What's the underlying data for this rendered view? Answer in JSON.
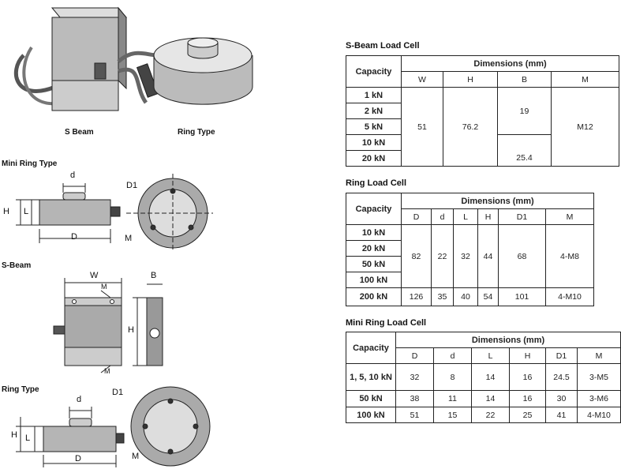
{
  "photo": {
    "captions": [
      "S Beam",
      "Ring Type"
    ]
  },
  "drawings": {
    "mini_ring": {
      "title": "Mini Ring Type",
      "labels": {
        "d": "d",
        "D1": "D1",
        "H": "H",
        "L": "L",
        "D": "D",
        "M": "M"
      }
    },
    "s_beam": {
      "title": "S-Beam",
      "labels": {
        "W": "W",
        "M_top": "M",
        "B": "B",
        "H": "H",
        "M_bottom": "M"
      }
    },
    "ring": {
      "title": "Ring Type",
      "labels": {
        "d": "d",
        "D1": "D1",
        "H": "H",
        "L": "L",
        "D": "D",
        "M": "M"
      }
    }
  },
  "s_beam_table": {
    "title": "S-Beam Load Cell",
    "capacity": "Capacity",
    "dimensions": "Dimensions (mm)",
    "columns": [
      "W",
      "H",
      "B",
      "M"
    ],
    "capacities": [
      "1 kN",
      "2 kN",
      "5 kN",
      "10 kN",
      "20 kN"
    ],
    "W": "51",
    "H": "76.2",
    "B_small": "19",
    "B_large": "25.4",
    "M": "M12"
  },
  "ring_table": {
    "title": "Ring Load Cell",
    "capacity": "Capacity",
    "dimensions": "Dimensions (mm)",
    "columns": [
      "D",
      "d",
      "L",
      "H",
      "D1",
      "M"
    ],
    "capacities": [
      "10 kN",
      "20 kN",
      "50 kN",
      "100 kN"
    ],
    "group_values": [
      "82",
      "22",
      "32",
      "44",
      "68",
      "4-M8"
    ],
    "last": {
      "capacity": "200 kN",
      "values": [
        "126",
        "35",
        "40",
        "54",
        "101",
        "4-M10"
      ]
    }
  },
  "mini_ring_table": {
    "title": "Mini Ring Load Cell",
    "capacity": "Capacity",
    "dimensions": "Dimensions (mm)",
    "columns": [
      "D",
      "d",
      "L",
      "H",
      "D1",
      "M"
    ],
    "rows": [
      {
        "capacity": "1,  5,  10 kN",
        "values": [
          "32",
          "8",
          "14",
          "16",
          "24.5",
          "3-M5"
        ]
      },
      {
        "capacity": "50 kN",
        "values": [
          "38",
          "11",
          "14",
          "16",
          "30",
          "3-M6"
        ]
      },
      {
        "capacity": "100 kN",
        "values": [
          "51",
          "15",
          "22",
          "25",
          "41",
          "4-M10"
        ]
      }
    ]
  }
}
